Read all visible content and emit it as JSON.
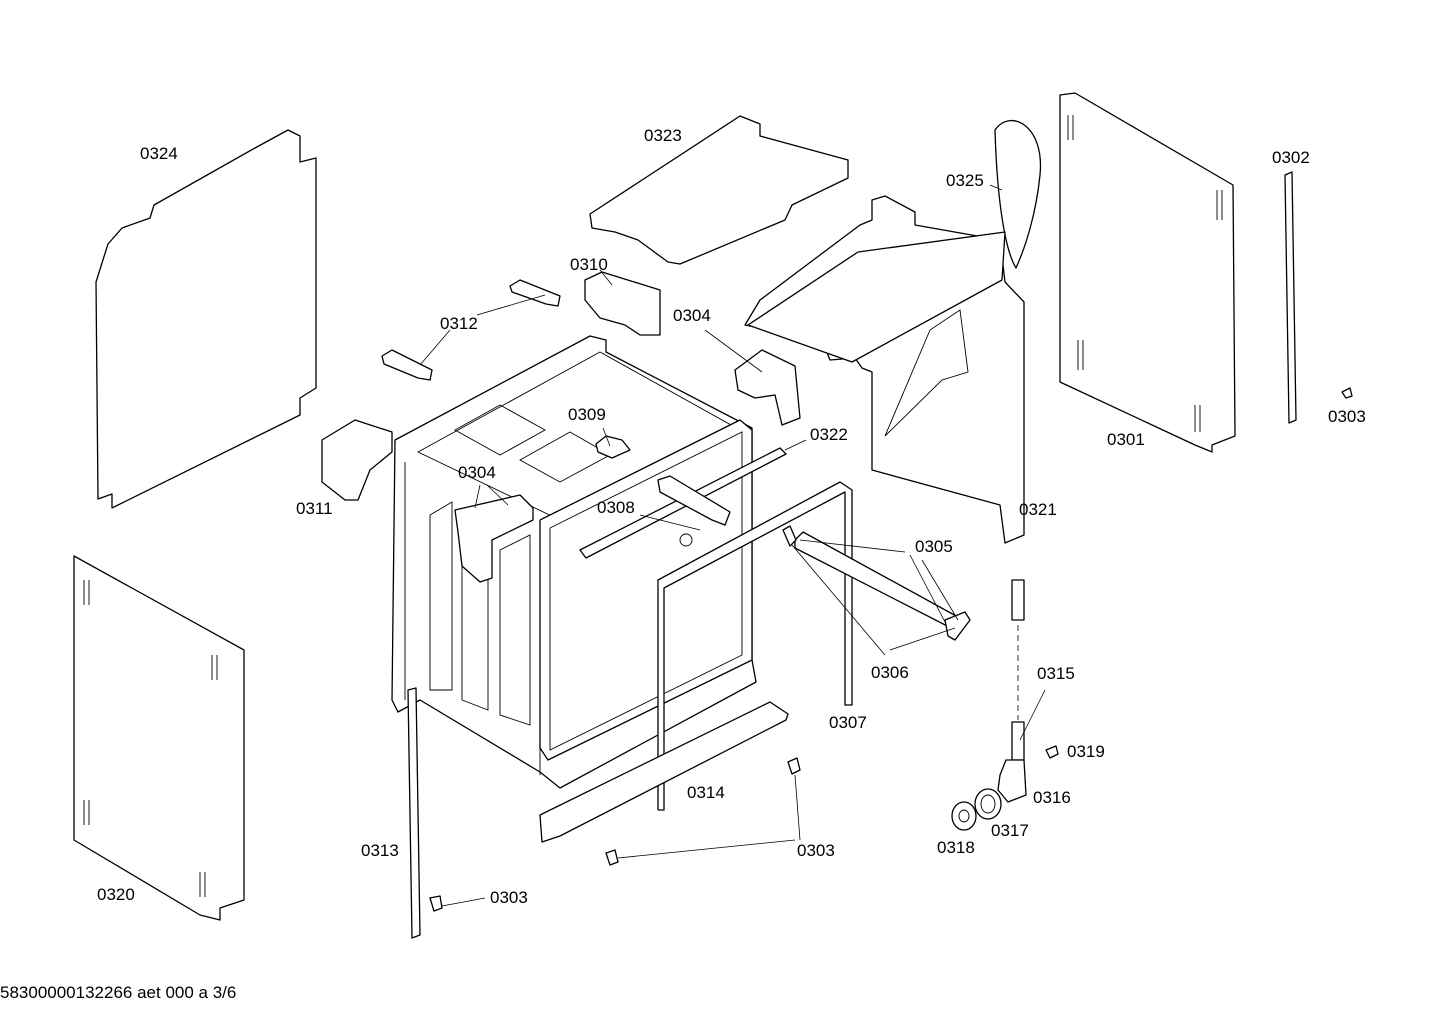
{
  "footer": {
    "doc_id": "58300000132266 aet 000 a 3/6"
  },
  "labels": {
    "p0301": "0301",
    "p0302": "0302",
    "p0303_right": "0303",
    "p0303_center": "0303",
    "p0303_bottom": "0303",
    "p0304_left": "0304",
    "p0304_top": "0304",
    "p0305": "0305",
    "p0306": "0306",
    "p0307": "0307",
    "p0308": "0308",
    "p0309": "0309",
    "p0310": "0310",
    "p0311": "0311",
    "p0312": "0312",
    "p0313": "0313",
    "p0314": "0314",
    "p0315": "0315",
    "p0316": "0316",
    "p0317": "0317",
    "p0318": "0318",
    "p0319": "0319",
    "p0320": "0320",
    "p0321": "0321",
    "p0322": "0322",
    "p0323": "0323",
    "p0324": "0324",
    "p0325": "0325"
  }
}
